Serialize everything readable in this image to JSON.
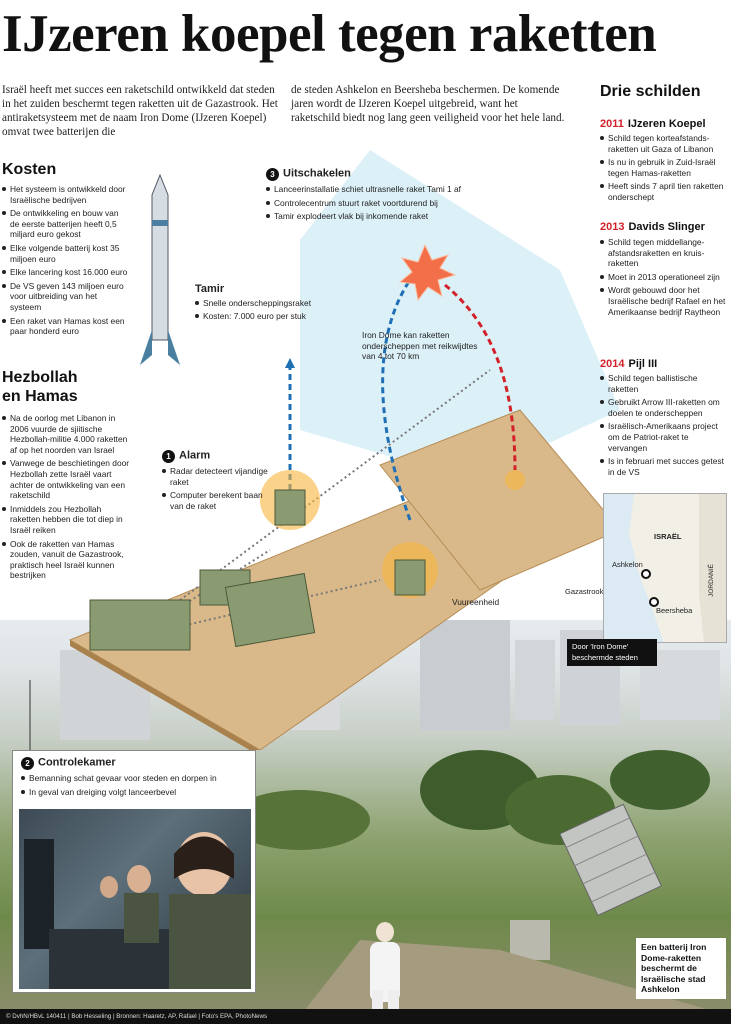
{
  "title": "IJzeren koepel tegen raketten",
  "intro": {
    "col1": "Israël heeft met succes een raketschild ontwikkeld dat steden in het zuiden beschermt tegen raketten uit de Gazastrook. Het antiraketsysteem met de naam Iron Dome (IJzeren Koepel) omvat twee batterijen die",
    "col2": "de steden Ashkelon en Beersheba beschermen. De komende jaren wordt de IJzeren Koepel uitgebreid, want het raketschild biedt nog lang geen veiligheid voor het hele land."
  },
  "kosten": {
    "heading": "Kosten",
    "items": [
      "Het systeem is ontwikkeld door Israëlische bedrijven",
      "De ontwikkeling en bouw van de eerste batterijen heeft 0,5 miljard euro gekost",
      "Elke volgende batterij kost 35 miljoen euro",
      "Elke lancering kost 16.000 euro",
      "De VS geven 143 miljoen euro voor uitbreiding van het systeem",
      "Een raket van Hamas kost een paar honderd euro"
    ]
  },
  "hezbollah": {
    "heading1": "Hezbollah",
    "heading2": "en Hamas",
    "items": [
      "Na de oorlog met Libanon in 2006 vuurde de sjiitische Hezbollah-militie 4.000 raketten af op het noorden van Israel",
      "Vanwege de beschietingen door Hezbollah zette Israël vaart achter de ontwikkeling van een raketschild",
      "Inmiddels zou Hezbollah raketten hebben die tot diep in Israël reiken",
      "Ook de raketten van Hamas zouden, vanuit de Gazastrook, praktisch heel Israël kunnen bestrijken"
    ]
  },
  "drie": {
    "heading": "Drie schilden",
    "shields": [
      {
        "year": "2011",
        "name": "IJzeren Koepel",
        "items": [
          "Schild tegen korteafstands-raketten uit Gaza of Libanon",
          "Is nu in gebruik in Zuid-Israël tegen Hamas-raketten",
          "Heeft sinds 7 april tien raketten onderschept"
        ]
      },
      {
        "year": "2013",
        "name": "Davids Slinger",
        "items": [
          "Schild tegen middellange-afstandsraketten en kruis-raketten",
          "Moet in 2013 operationeel zijn",
          "Wordt gebouwd door het Israëlische bedrijf Rafael en het Amerikaanse bedrijf Raytheon"
        ]
      },
      {
        "year": "2014",
        "name": "Pijl III",
        "items": [
          "Schild tegen ballistische raketten",
          "Gebruikt Arrow III-raketten om doelen te onderscheppen",
          "Israëlisch-Amerikaans project om de Patriot-raket te vervangen",
          "Is in februari met succes getest in de VS"
        ]
      }
    ]
  },
  "tamir": {
    "heading": "Tamir",
    "items": [
      "Snelle onderscheppingsraket",
      "Kosten: 7.000 euro per stuk"
    ]
  },
  "step1": {
    "num": "1",
    "heading": "Alarm",
    "items": [
      "Radar detecteert vijandige raket",
      "Computer berekent baan van de raket"
    ]
  },
  "step2": {
    "num": "2",
    "heading": "Controlekamer",
    "items": [
      "Bemanning schat gevaar voor steden en dorpen in",
      "In geval van dreiging volgt lanceerbevel"
    ]
  },
  "step3": {
    "num": "3",
    "heading": "Uitschakelen",
    "items": [
      "Lanceerinstallatie schiet ultrasnelle raket Tami 1 af",
      "Controlecentrum stuurt raket voortdurend bij",
      "Tamir explodeert vlak bij inkomende raket"
    ]
  },
  "range_note": "Iron Dome kan raketten onderscheppen met reikwijdtes van 4 tot 70 km",
  "vuurеenheid": "Vuureenheid",
  "map": {
    "israel": "ISRAËL",
    "jordanie": "JORDANIË",
    "ashkelon": "Ashkelon",
    "gaza": "Gazastrook",
    "beersheba": "Beersheba",
    "legend": "Door 'Iron Dome' beschermde steden"
  },
  "caption": "Een batterij Iron Dome-raketten beschermt de Israëlische stad Ashkelon",
  "credit": "© DvhN/HBvL 140411 | Bob Hesseling | Bronnen: Haaretz, AP, Rafael | Foto's EPA, PhotoNews",
  "colors": {
    "accent_red": "#d2212a",
    "path_blue": "#1f6fb5",
    "vehicle_green": "#8a9b72",
    "dome_blue": "#bfe3f3"
  }
}
